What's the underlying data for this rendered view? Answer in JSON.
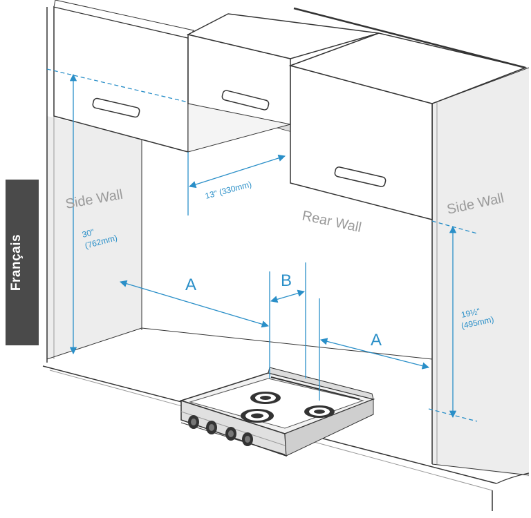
{
  "language_tab": {
    "label": "Français"
  },
  "walls": {
    "left_side_wall": "Side Wall",
    "rear_wall": "Rear Wall",
    "right_side_wall": "Side Wall"
  },
  "dimensions": {
    "cabinet_depth": "13\" (330mm)",
    "cabinet_height_inch": "30\"",
    "cabinet_height_mm": "(762mm)",
    "side_clearance_inch": "19½\"",
    "side_clearance_mm": "(495mm)",
    "label_a_left": "A",
    "label_a_right": "A",
    "label_b": "B"
  },
  "colors": {
    "dimension": "#2a8fc8",
    "wall_shade": "#ededed",
    "tab": "#4a4a4a",
    "line": "#333333"
  }
}
